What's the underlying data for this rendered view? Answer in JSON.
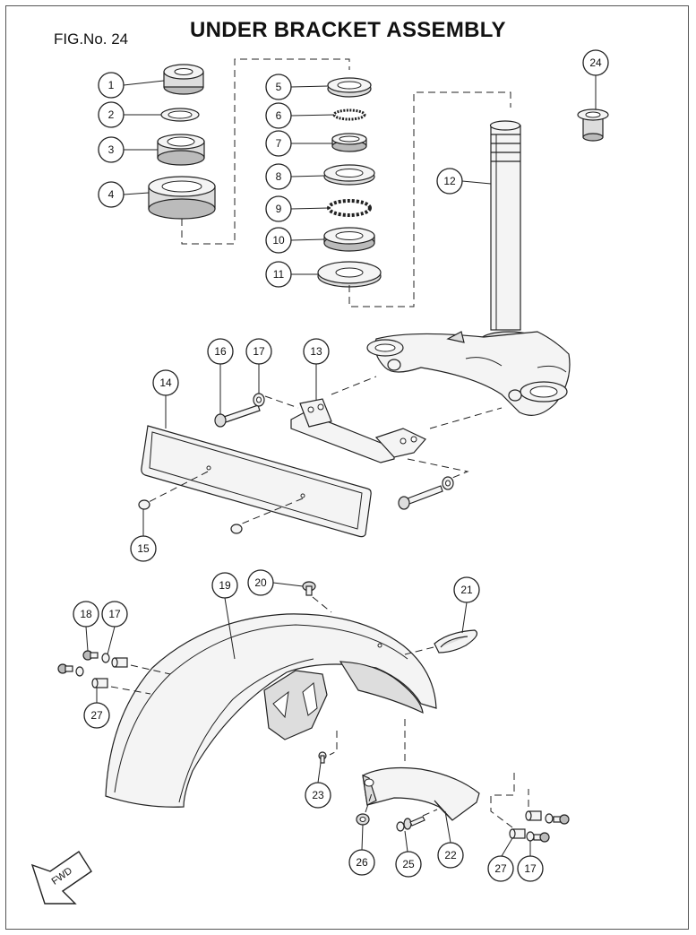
{
  "figure": {
    "fig_no": "FIG.No. 24",
    "title": "UNDER BRACKET ASSEMBLY",
    "fwd_label": "FWD"
  },
  "callouts": {
    "c1": "1",
    "c2": "2",
    "c3": "3",
    "c4": "4",
    "c5": "5",
    "c6": "6",
    "c7": "7",
    "c8": "8",
    "c9": "9",
    "c10": "10",
    "c11": "11",
    "c12": "12",
    "c13": "13",
    "c14": "14",
    "c15": "15",
    "c16": "16",
    "c17a": "17",
    "c17b": "17",
    "c17c": "17",
    "c18": "18",
    "c19": "19",
    "c20": "20",
    "c21": "21",
    "c22": "22",
    "c23": "23",
    "c24": "24",
    "c25": "25",
    "c26": "26",
    "c27a": "27",
    "c27b": "27"
  }
}
